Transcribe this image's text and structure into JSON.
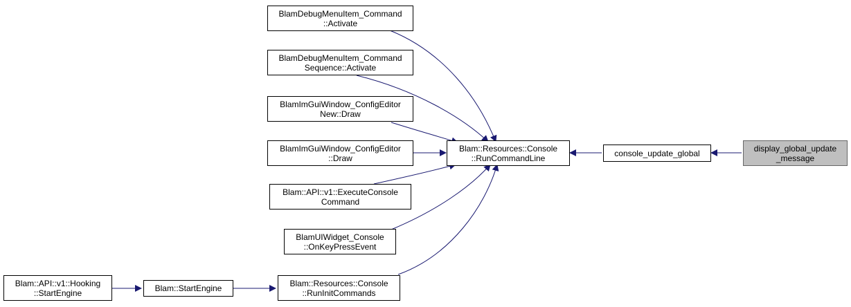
{
  "colors": {
    "edge": "#191970",
    "node_border": "#000000",
    "current_fill": "#bfbfbf",
    "current_border": "#666666"
  },
  "nodes": {
    "debug_cmd": {
      "line1": "BlamDebugMenuItem_Command",
      "line2": "::Activate"
    },
    "debug_cmd_seq": {
      "line1": "BlamDebugMenuItem_Command",
      "line2": "Sequence::Activate"
    },
    "imgui_new": {
      "line1": "BlamImGuiWindow_ConfigEditor",
      "line2": "New::Draw"
    },
    "imgui_draw": {
      "line1": "BlamImGuiWindow_ConfigEditor",
      "line2": "::Draw"
    },
    "api_exec": {
      "line1": "Blam::API::v1::ExecuteConsole",
      "line2": "Command"
    },
    "ui_widget": {
      "line1": "BlamUIWidget_Console",
      "line2": "::OnKeyPressEvent"
    },
    "hooking": {
      "line1": "Blam::API::v1::Hooking",
      "line2": "::StartEngine"
    },
    "start_engine": {
      "line1": "Blam::StartEngine"
    },
    "run_init": {
      "line1": "Blam::Resources::Console",
      "line2": "::RunInitCommands"
    },
    "run_cmdline": {
      "line1": "Blam::Resources::Console",
      "line2": "::RunCommandLine"
    },
    "console_update": {
      "line1": "console_update_global"
    },
    "display_msg": {
      "line1": "display_global_update",
      "line2": "_message"
    }
  }
}
